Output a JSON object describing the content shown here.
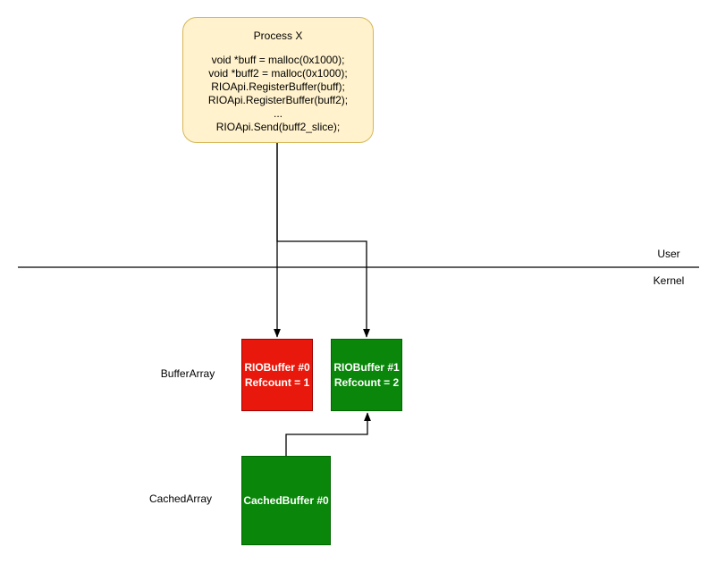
{
  "process": {
    "title": "Process X",
    "code": [
      "void *buff = malloc(0x1000);",
      "void *buff2 = malloc(0x1000);",
      "RIOApi.RegisterBuffer(buff);",
      "RIOApi.RegisterBuffer(buff2);",
      "...",
      "RIOApi.Send(buff2_slice);"
    ]
  },
  "boundary": {
    "user_label": "User",
    "kernel_label": "Kernel"
  },
  "kernel": {
    "buffer_array_label": "BufferArray",
    "cached_array_label": "CachedArray",
    "rio_buffer_0": {
      "line1": "RIOBuffer #0",
      "line2": "Refcount = 1"
    },
    "rio_buffer_1": {
      "line1": "RIOBuffer #1",
      "line2": "Refcount = 2"
    },
    "cached_buffer_0": {
      "label": "CachedBuffer #0"
    }
  },
  "colors": {
    "process_fill": "#FFF2CC",
    "process_border": "#D6B656",
    "rio_buffer_0_fill": "#E8190C",
    "rio_buffer_0_border": "#A00000",
    "rio_buffer_1_fill": "#0A870A",
    "rio_buffer_1_border": "#006600",
    "cached_buffer_0_fill": "#0A870A",
    "cached_buffer_0_border": "#006600",
    "node_text": "#FFFFFF",
    "line": "#000000"
  }
}
